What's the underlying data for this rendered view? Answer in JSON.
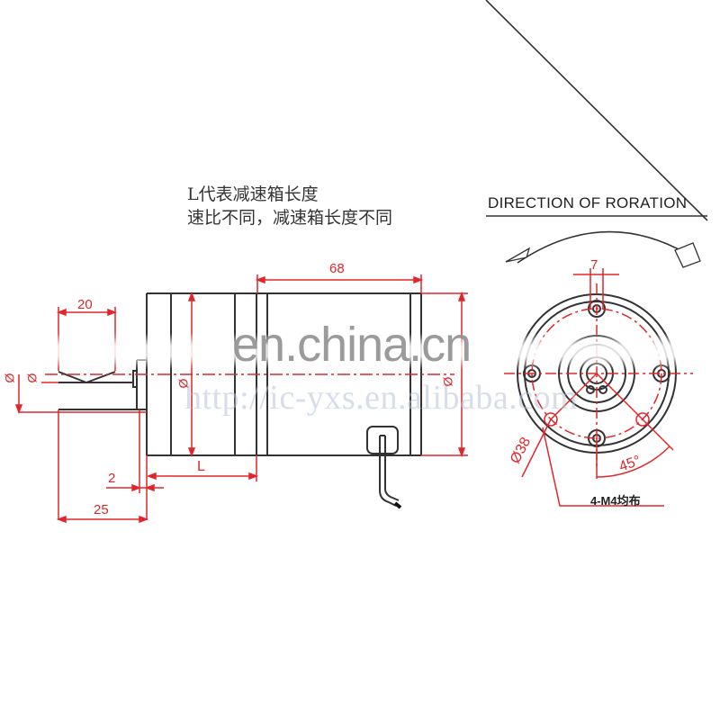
{
  "notes": {
    "line1": "L代表减速箱长度",
    "line2": "速比不同，减速箱长度不同"
  },
  "rotation_view": {
    "title": "DIRECTION OF RORATION",
    "bolt_circle": "Ø38",
    "angle": "45°",
    "hole_width": "7",
    "mounting_holes": "4-M4均布"
  },
  "side_view": {
    "dim_motor_length": "68",
    "dim_shaft_flat": "20",
    "dim_gearbox_length": "L",
    "dim_flange_step": "2",
    "dim_shaft_total": "25",
    "diameter_symbols": [
      "Ø",
      "Ø",
      "Ø",
      "Ø"
    ]
  },
  "watermark": {
    "main": "en.china.cn",
    "url": "http://ic-yxs.en.alibaba.com"
  },
  "colors": {
    "dimension": "#e0262b",
    "outline": "#333333",
    "background": "#ffffff"
  }
}
